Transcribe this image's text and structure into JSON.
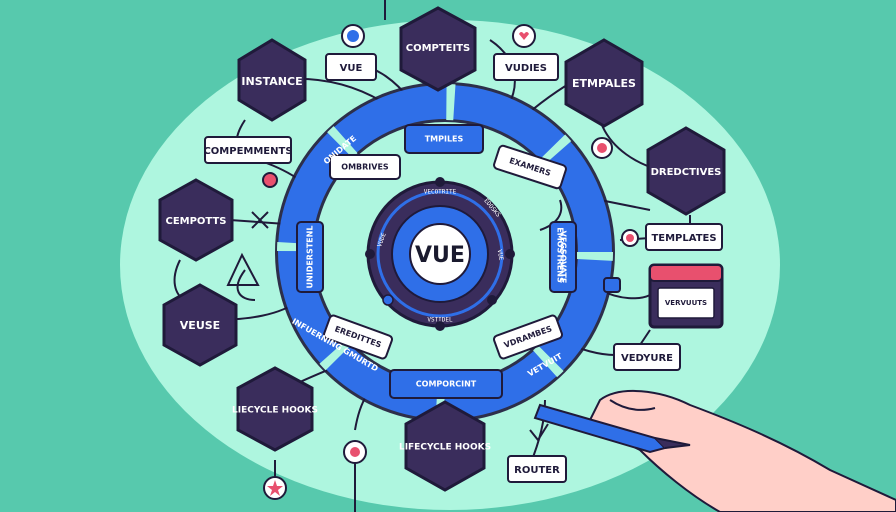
{
  "center": {
    "label": "VUE"
  },
  "inner_ring": {
    "labels": [
      "VECOTRITE",
      "VUDE",
      "VUE",
      "VSTIDEL",
      "EDOSKS"
    ]
  },
  "ring_segments": [
    {
      "id": "top",
      "label": "TMPILES"
    },
    {
      "id": "top-left",
      "label": "OMBRIVES"
    },
    {
      "id": "top-right",
      "label": "EXAMERS"
    },
    {
      "id": "left",
      "label": "UNIDERSTENL"
    },
    {
      "id": "right",
      "label": "VEGSOVATE"
    },
    {
      "id": "bottom-left",
      "label": "EREDITTES"
    },
    {
      "id": "bottom-right",
      "label": "VDRAMBES"
    },
    {
      "id": "bottom",
      "label": "COMPORCINT"
    }
  ],
  "outer_ring_labels": [
    "ONIDATE",
    "EMOSTRENS",
    "INFUERNING GMURTD",
    "VETVUIT",
    "COMPORCINT"
  ],
  "hexagons": [
    {
      "id": "instance",
      "label": "INSTANCE"
    },
    {
      "id": "compteits",
      "label": "COMPTEITS"
    },
    {
      "id": "etmpales",
      "label": "ETMPALES"
    },
    {
      "id": "dredctives",
      "label": "DREDCTIVES"
    },
    {
      "id": "cempotts",
      "label": "CEMPOTTS"
    },
    {
      "id": "veuse",
      "label": "VEUSE"
    },
    {
      "id": "liecycle",
      "label": "LIECYCLE HOOKS"
    },
    {
      "id": "lifecycle",
      "label": "LIFECYCLE HOOKS"
    }
  ],
  "boxes": [
    {
      "id": "vue",
      "label": "VUE"
    },
    {
      "id": "vudies",
      "label": "VUDIES"
    },
    {
      "id": "compemments",
      "label": "COMPEMMENTS"
    },
    {
      "id": "templates",
      "label": "TEMPLATES"
    },
    {
      "id": "vedyure",
      "label": "VEDYURE"
    },
    {
      "id": "router",
      "label": "ROUTER"
    }
  ],
  "window_panel": {
    "label": "VERVUUTS"
  },
  "colors": {
    "background": "#57c9ad",
    "blob": "#aef6df",
    "ring_blue": "#2f6fe8",
    "dark_purple": "#3a2d5c",
    "accent_pink": "#e8506e",
    "outline": "#1f1a3a"
  }
}
